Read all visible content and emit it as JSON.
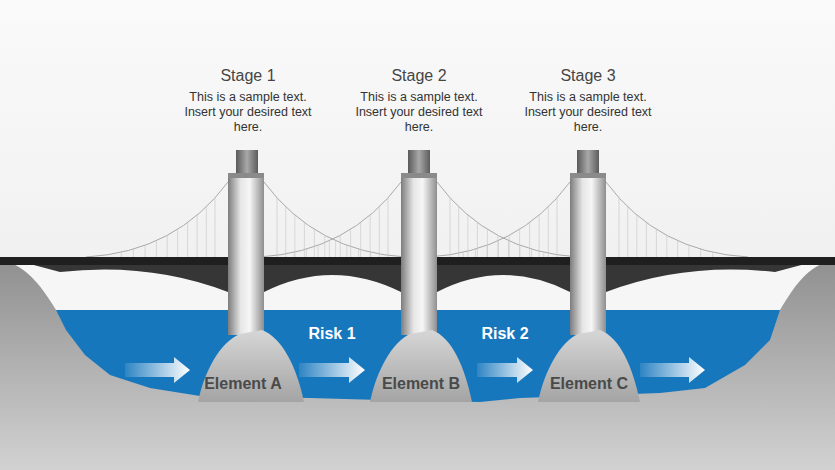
{
  "diagram": {
    "nodes": [
      {
        "text": [
          "Stage 1",
          "This is a sample text. Insert your desired text here."
        ]
      },
      {
        "text": [
          "Stage 2",
          "This is a sample text. Insert your desired text here."
        ]
      },
      {
        "text": [
          "Stage 3",
          "This is a sample text. Insert your desired text here."
        ]
      },
      {
        "text": [
          "Element A"
        ]
      },
      {
        "text": [
          "Element B"
        ]
      },
      {
        "text": [
          "Element C"
        ]
      }
    ],
    "edges": [
      {
        "from": 3,
        "to": 4,
        "label": "Risk 1",
        "arrow": "to"
      },
      {
        "from": 4,
        "to": 5,
        "label": "Risk 2",
        "arrow": "to"
      }
    ]
  }
}
